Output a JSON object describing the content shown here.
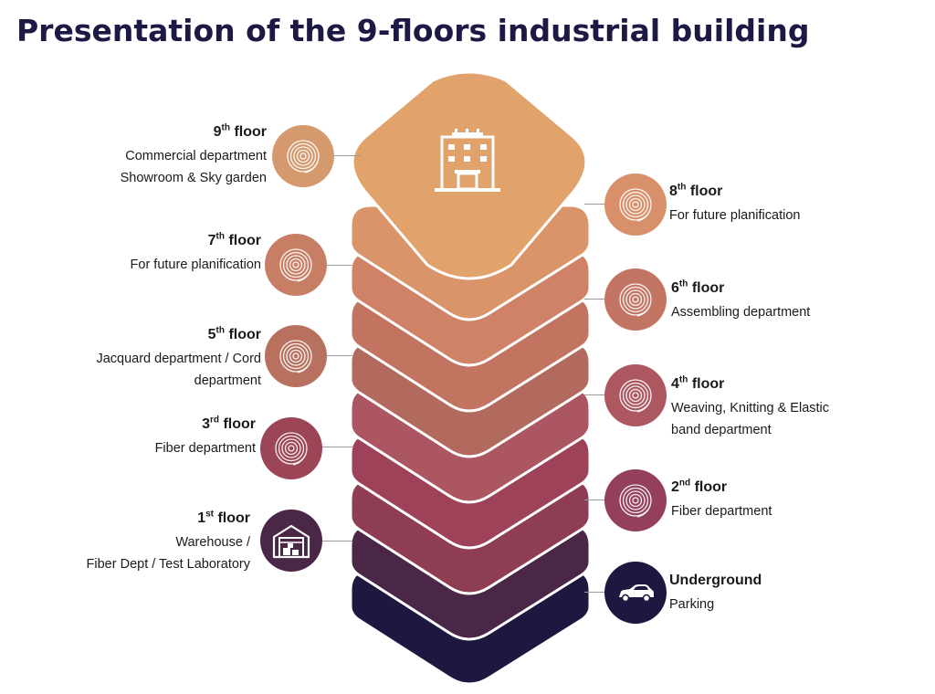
{
  "title": "Presentation of the 9-floors industrial building",
  "colors": {
    "title": "#1c1945",
    "layers": [
      "#1e1840",
      "#4a2746",
      "#8f3d53",
      "#9e4259",
      "#ab5660",
      "#b36a5e",
      "#c27460",
      "#cf8266",
      "#d9946a",
      "#e2a26b"
    ],
    "top": "#e2a26b"
  },
  "icons": {
    "top": "building-icon",
    "floor": "spiral-yarn-icon",
    "first": "warehouse-icon",
    "underground": "car-icon"
  },
  "floors": {
    "f9": {
      "num": "9",
      "sup": "th",
      "word": "floor",
      "lines": [
        "Commercial department",
        "Showroom &  Sky garden"
      ]
    },
    "f8": {
      "num": "8",
      "sup": "th",
      "word": "floor",
      "lines": [
        "For future planification"
      ]
    },
    "f7": {
      "num": "7",
      "sup": "th",
      "word": "floor",
      "lines": [
        "For future planification"
      ]
    },
    "f6": {
      "num": "6",
      "sup": "th",
      "word": "floor",
      "lines": [
        "Assembling department"
      ]
    },
    "f5": {
      "num": "5",
      "sup": "th",
      "word": "floor",
      "lines": [
        "Jacquard department / Cord",
        "department"
      ]
    },
    "f4": {
      "num": "4",
      "sup": "th",
      "word": "floor",
      "lines": [
        "Weaving, Knitting & Elastic",
        "band department"
      ]
    },
    "f3": {
      "num": "3",
      "sup": "rd",
      "word": "floor",
      "lines": [
        "Fiber department"
      ]
    },
    "f2": {
      "num": "2",
      "sup": "nd",
      "word": "floor",
      "lines": [
        "Fiber department"
      ]
    },
    "f1": {
      "num": "1",
      "sup": "st",
      "word": "floor",
      "lines": [
        "Warehouse /",
        "Fiber Dept / Test Laboratory"
      ]
    },
    "ug": {
      "num": "Underground",
      "sup": "",
      "word": "",
      "lines": [
        "Parking"
      ]
    }
  }
}
